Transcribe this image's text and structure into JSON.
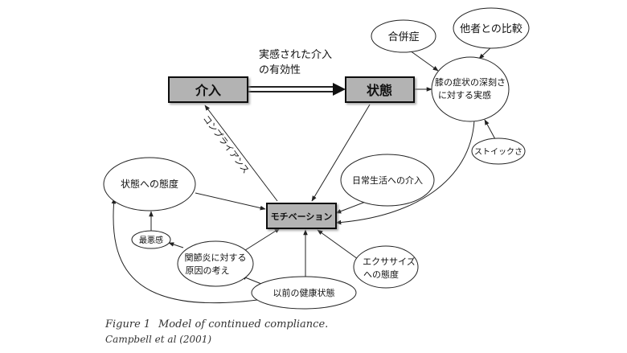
{
  "nodes": {
    "intervention": "介入",
    "state": "状態",
    "motivation": "モチベーション",
    "knee_line1": "膝の症状の深刻さ",
    "knee_line2": "に対する実感",
    "comorbidity": "合併症",
    "comparison": "他者との比較",
    "stoicism": "ストイックさ",
    "attitude_state": "状態への態度",
    "worst_feeling": "最悪感",
    "causal_line1": "関節炎に対する",
    "causal_line2": "原因の考え",
    "prev_health": "以前の健康状態",
    "exercise_line1": "エクササイズ",
    "exercise_line2": "への態度",
    "daily_life": "日常生活への介入"
  },
  "edges": {
    "perceived_line1": "実感された介入",
    "perceived_line2": "の有効性",
    "compliance": "コンプライアンス"
  },
  "caption": {
    "figure_label": "Figure 1",
    "title": "Model of continued compliance.",
    "citation": "Campbell et al (2001)"
  }
}
